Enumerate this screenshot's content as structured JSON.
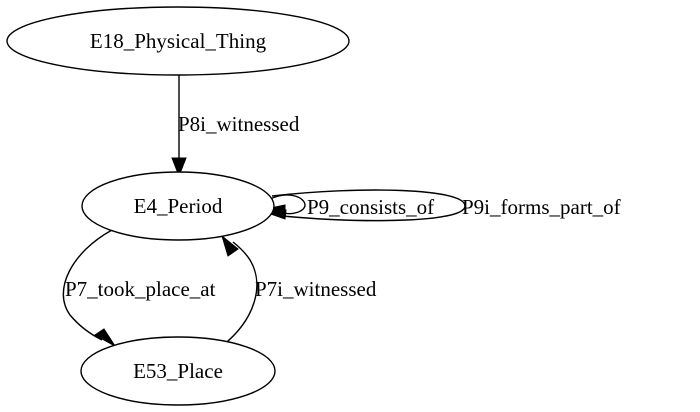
{
  "diagram": {
    "nodes": [
      {
        "id": "e18",
        "label": "E18_Physical_Thing"
      },
      {
        "id": "e4",
        "label": "E4_Period"
      },
      {
        "id": "e53",
        "label": "E53_Place"
      }
    ],
    "edges": [
      {
        "from": "e18",
        "to": "e4",
        "label": "P8i_witnessed"
      },
      {
        "from": "e4",
        "to": "e4",
        "label": "P9_consists_of"
      },
      {
        "from": "e4",
        "to": "e4",
        "label": "P9i_forms_part_of"
      },
      {
        "from": "e4",
        "to": "e53",
        "label": "P7_took_place_at"
      },
      {
        "from": "e53",
        "to": "e4",
        "label": "P7i_witnessed"
      }
    ]
  }
}
